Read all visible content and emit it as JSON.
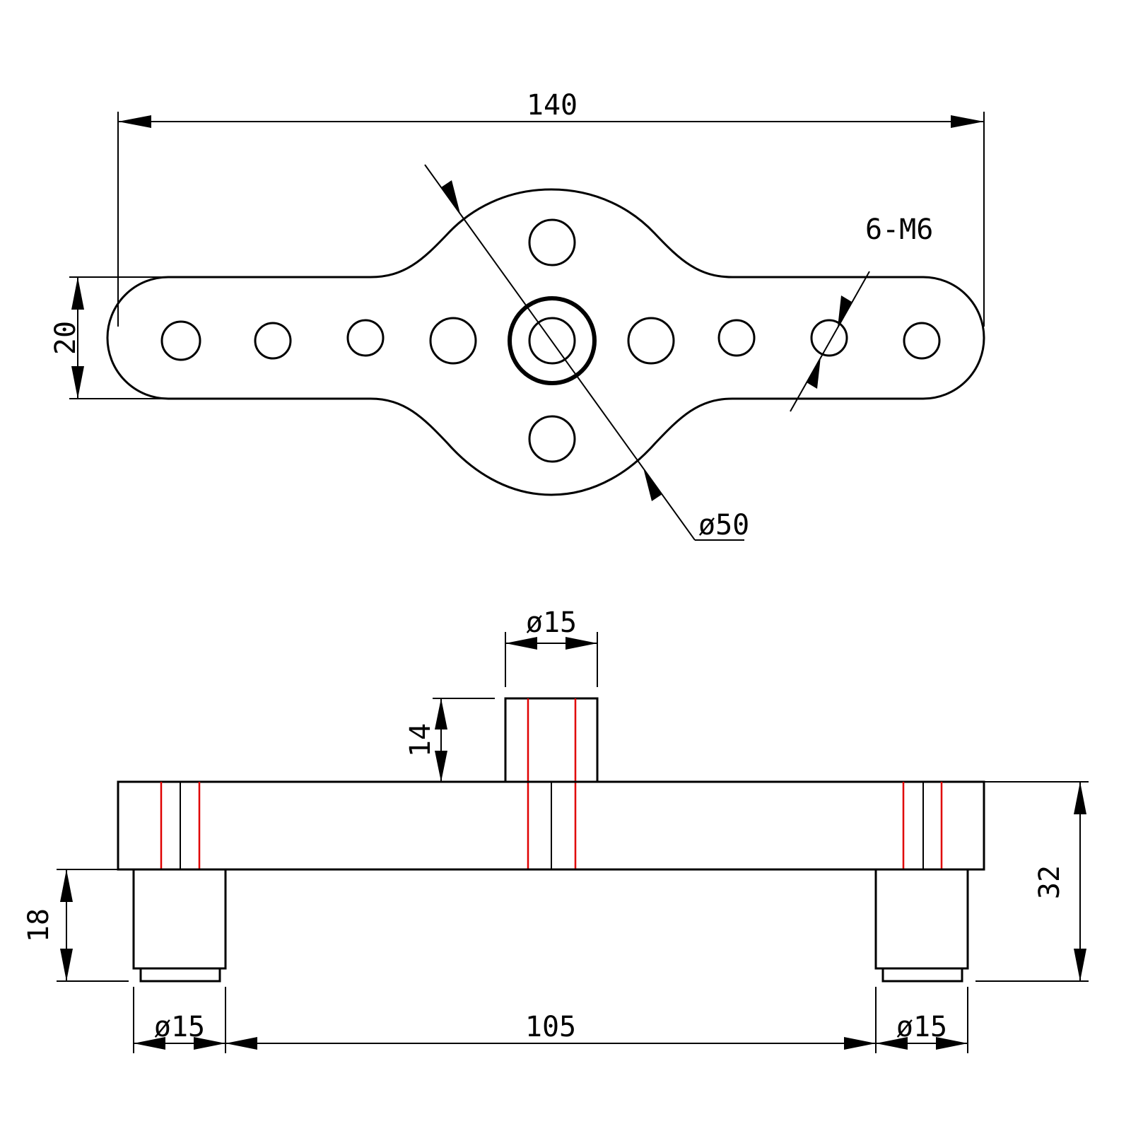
{
  "top_view": {
    "dim_overall_length": "140",
    "dim_width": "20",
    "dim_thread_holes": "6-M6",
    "dim_hub_diameter": "ø50"
  },
  "side_view": {
    "dim_bushing_top_diameter": "ø15",
    "dim_bushing_top_height": "14",
    "dim_total_height": "32",
    "dim_leg_height": "18",
    "dim_leg_left_diameter": "ø15",
    "dim_leg_spacing": "105",
    "dim_leg_right_diameter": "ø15"
  },
  "colors": {
    "lines": "#000000",
    "hidden_lines": "#e00000",
    "background": "#ffffff"
  }
}
